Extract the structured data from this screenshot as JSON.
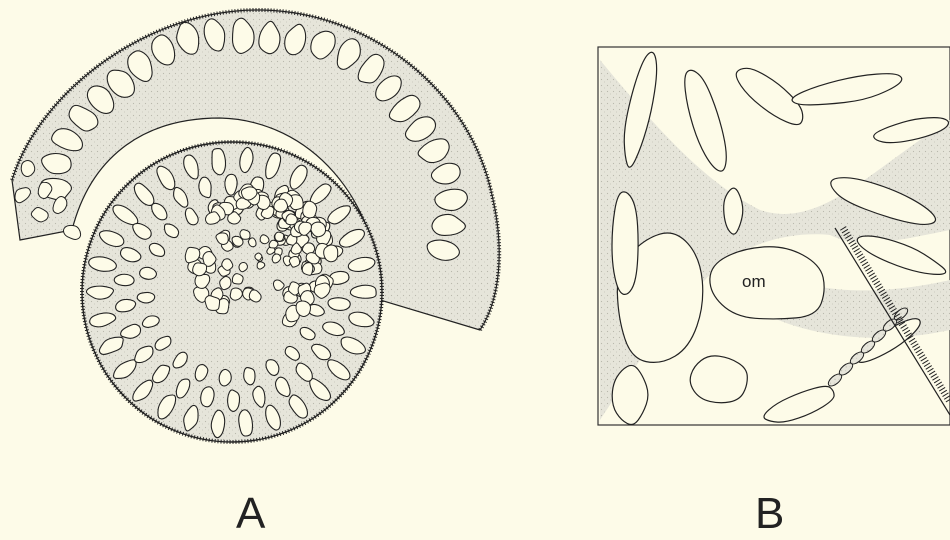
{
  "figure": {
    "panel_a": {
      "letter": "A"
    },
    "panel_b": {
      "letter": "B",
      "annotation": "om"
    }
  },
  "colors": {
    "background": "#fdfbe8",
    "ink": "#222222",
    "stipple": "#e4e3d7"
  }
}
